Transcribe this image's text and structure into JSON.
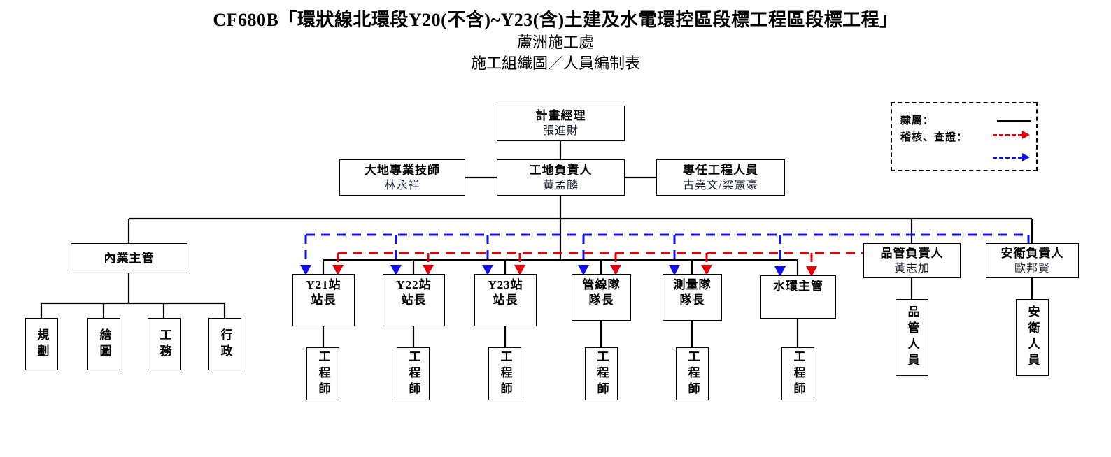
{
  "title": {
    "line1": "CF680B「環狀線北環段Y20(不含)~Y23(含)土建及水電環控區段標工程區段標工程」",
    "line2": "蘆洲施工處",
    "line3": "施工組織圖／人員編制表"
  },
  "legend": {
    "rows": [
      {
        "label": "隸屬：",
        "style": "solid-black"
      },
      {
        "label": "稽核、查證：",
        "style": "dashed-red-arrow"
      },
      {
        "label": "",
        "style": "dashed-blue-arrow"
      }
    ],
    "colors": {
      "solid": "#000000",
      "audit": "#e8000b",
      "verify": "#1111ee"
    }
  },
  "nodes": {
    "project_manager": {
      "title": "計畫經理",
      "name": "張進財"
    },
    "site_manager": {
      "title": "工地負責人",
      "name": "黃孟麟"
    },
    "geotech_engineer": {
      "title": "大地專業技師",
      "name": "林永祥"
    },
    "dedicated_engineer": {
      "title": "專任工程人員",
      "name": "古堯文/梁憲豪"
    },
    "office_supervisor": {
      "title": "內業主管",
      "name": ""
    },
    "office_children": [
      {
        "title": "規劃"
      },
      {
        "title": "繪圖"
      },
      {
        "title": "工務"
      },
      {
        "title": "行政"
      }
    ],
    "field_units": [
      {
        "title": "Y21站",
        "sub": "站長",
        "child": "工程師"
      },
      {
        "title": "Y22站",
        "sub": "站長",
        "child": "工程師"
      },
      {
        "title": "Y23站",
        "sub": "站長",
        "child": "工程師"
      },
      {
        "title": "管線隊",
        "sub": "隊長",
        "child": "工程師"
      },
      {
        "title": "測量隊",
        "sub": "隊長",
        "child": "工程師"
      },
      {
        "title": "水環主管",
        "sub": "",
        "child": "工程師"
      }
    ],
    "qc_lead": {
      "title": "品管負責人",
      "name": "黃志加",
      "child": "品管人員"
    },
    "safety_lead": {
      "title": "安衛負責人",
      "name": "歐邦賢",
      "child": "安衛人員"
    }
  }
}
